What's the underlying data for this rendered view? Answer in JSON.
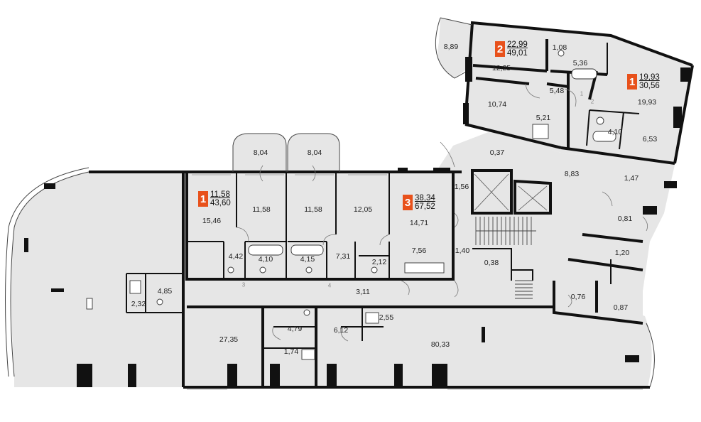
{
  "apartments": [
    {
      "number": "1",
      "living_area": "11,58",
      "total_area": "43,60"
    },
    {
      "number": "3",
      "living_area": "38,34",
      "total_area": "67,52"
    },
    {
      "number": "2",
      "living_area": "22,99",
      "total_area": "49,01"
    },
    {
      "number": "1",
      "living_area": "19,93",
      "total_area": "30,56"
    }
  ],
  "rooms": {
    "r_8_89": "8,89",
    "r_12_25": "12,25",
    "r_1_08": "1,08",
    "r_5_36": "5,36",
    "r_5_48": "5,48",
    "r_10_74": "10,74",
    "r_5_21": "5,21",
    "r_19_93": "19,93",
    "r_4_10_b": "4,10",
    "r_6_53": "6,53",
    "r_0_37": "0,37",
    "r_8_83": "8,83",
    "r_1_47": "1,47",
    "r_1_56": "1,56",
    "r_0_81": "0,81",
    "r_1_20": "1,20",
    "r_1_40": "1,40",
    "r_0_38": "0,38",
    "r_0_76": "0,76",
    "r_0_87": "0,87",
    "r_8_04_a": "8,04",
    "r_8_04_b": "8,04",
    "r_15_46": "15,46",
    "r_11_58_a": "11,58",
    "r_11_58_b": "11,58",
    "r_12_05": "12,05",
    "r_14_71": "14,71",
    "r_4_42": "4,42",
    "r_4_10_a": "4,10",
    "r_4_15": "4,15",
    "r_7_31": "7,31",
    "r_2_12": "2,12",
    "r_7_56": "7,56",
    "r_3_11": "3,11",
    "r_4_85": "4,85",
    "r_2_32": "2,32",
    "r_27_35": "27,35",
    "r_4_79": "4,79",
    "r_1_74": "1,74",
    "r_6_12": "6,12",
    "r_2_55": "2,55",
    "r_80_33": "80,33"
  },
  "door_numbers": {
    "d1": "1",
    "d2": "2",
    "d3": "3",
    "d4": "4"
  }
}
